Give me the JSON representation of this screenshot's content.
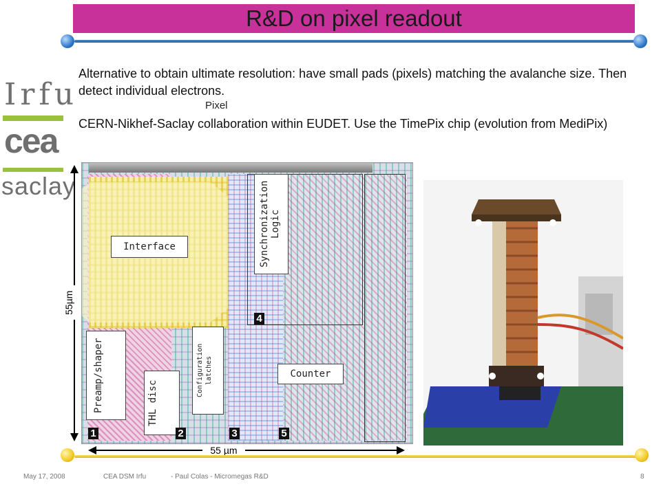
{
  "slide": {
    "title": "R&D on pixel readout",
    "paragraph1": "Alternative to obtain ultimate resolution: have small pads (pixels) matching the avalanche size. Then detect individual electrons.",
    "paragraph2": "CERN-Nikhef-Saclay collaboration within EUDET. Use the TimePix chip (evolution from MediPix)",
    "pixel_caption": "Pixel"
  },
  "logos": {
    "irfu": "Irfu",
    "cea": "cea",
    "saclay": "saclay"
  },
  "chip_diagram": {
    "dim_vertical": "55µm",
    "dim_horizontal": "55 µm",
    "blocks": {
      "interface": "Interface",
      "synchronization": "Synchronization Logic",
      "preamp": "Preamp/shaper",
      "thl": "THL disc",
      "configuration": "Configuration latches",
      "counter": "Counter"
    },
    "markers": [
      "1",
      "2",
      "3",
      "4",
      "5"
    ]
  },
  "footer": {
    "date": "May 17, 2008",
    "org": "CEA DSM Irfu",
    "author": "- Paul Colas -  Micromegas R&D",
    "page": "8"
  },
  "colors": {
    "title_bar": "#c8319a",
    "accent_blue": "#2f78c8",
    "accent_yellow": "#f2c823"
  }
}
